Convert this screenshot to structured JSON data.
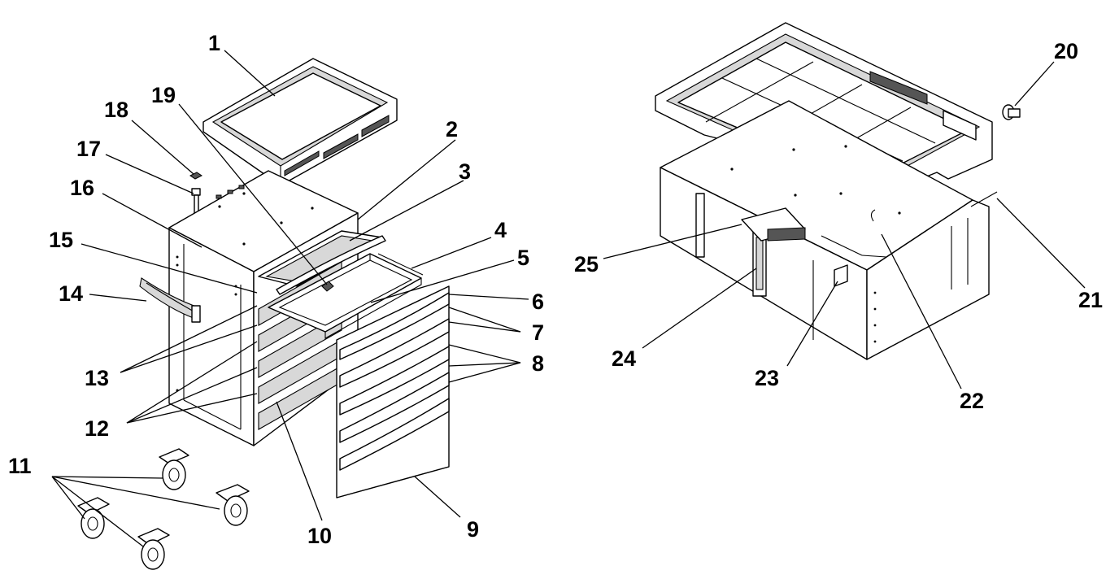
{
  "callouts": [
    "1",
    "2",
    "3",
    "4",
    "5",
    "6",
    "7",
    "8",
    "9",
    "10",
    "11",
    "12",
    "13",
    "14",
    "15",
    "16",
    "17",
    "18",
    "19",
    "20",
    "21",
    "22",
    "23",
    "24",
    "25"
  ],
  "colors": {
    "ink": "#000000",
    "background": "#ffffff",
    "shade": "#d8d8d8"
  }
}
